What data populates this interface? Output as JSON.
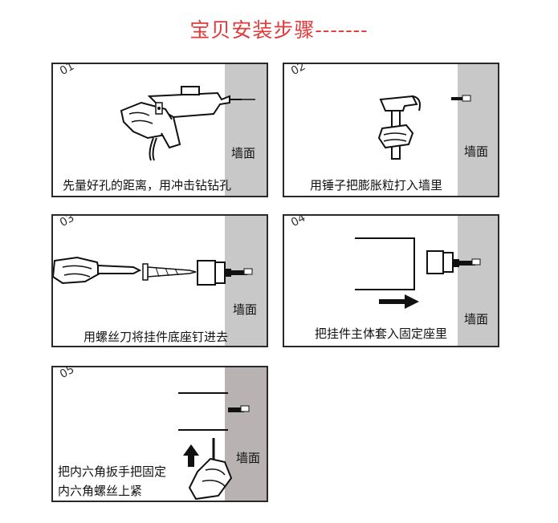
{
  "title": "宝贝安装步骤-------",
  "wall_label": "墙面",
  "steps": [
    {
      "number": "01",
      "caption": "先量好孔的距离，用冲击钻钻孔"
    },
    {
      "number": "02",
      "caption": "用锤子把膨胀粒打入墙里"
    },
    {
      "number": "03",
      "caption": "用螺丝刀将挂件底座钉进去"
    },
    {
      "number": "04",
      "caption": "把挂件主体套入固定座里"
    },
    {
      "number": "05",
      "caption_line1": "把内六角扳手把固定",
      "caption_line2": "内六角螺丝上紧"
    }
  ],
  "icons": [
    "drill-icon",
    "hammer-icon",
    "screwdriver-icon",
    "screw-icon",
    "anchor-icon",
    "arrow-right-icon",
    "arrow-up-icon",
    "hex-key-icon"
  ]
}
